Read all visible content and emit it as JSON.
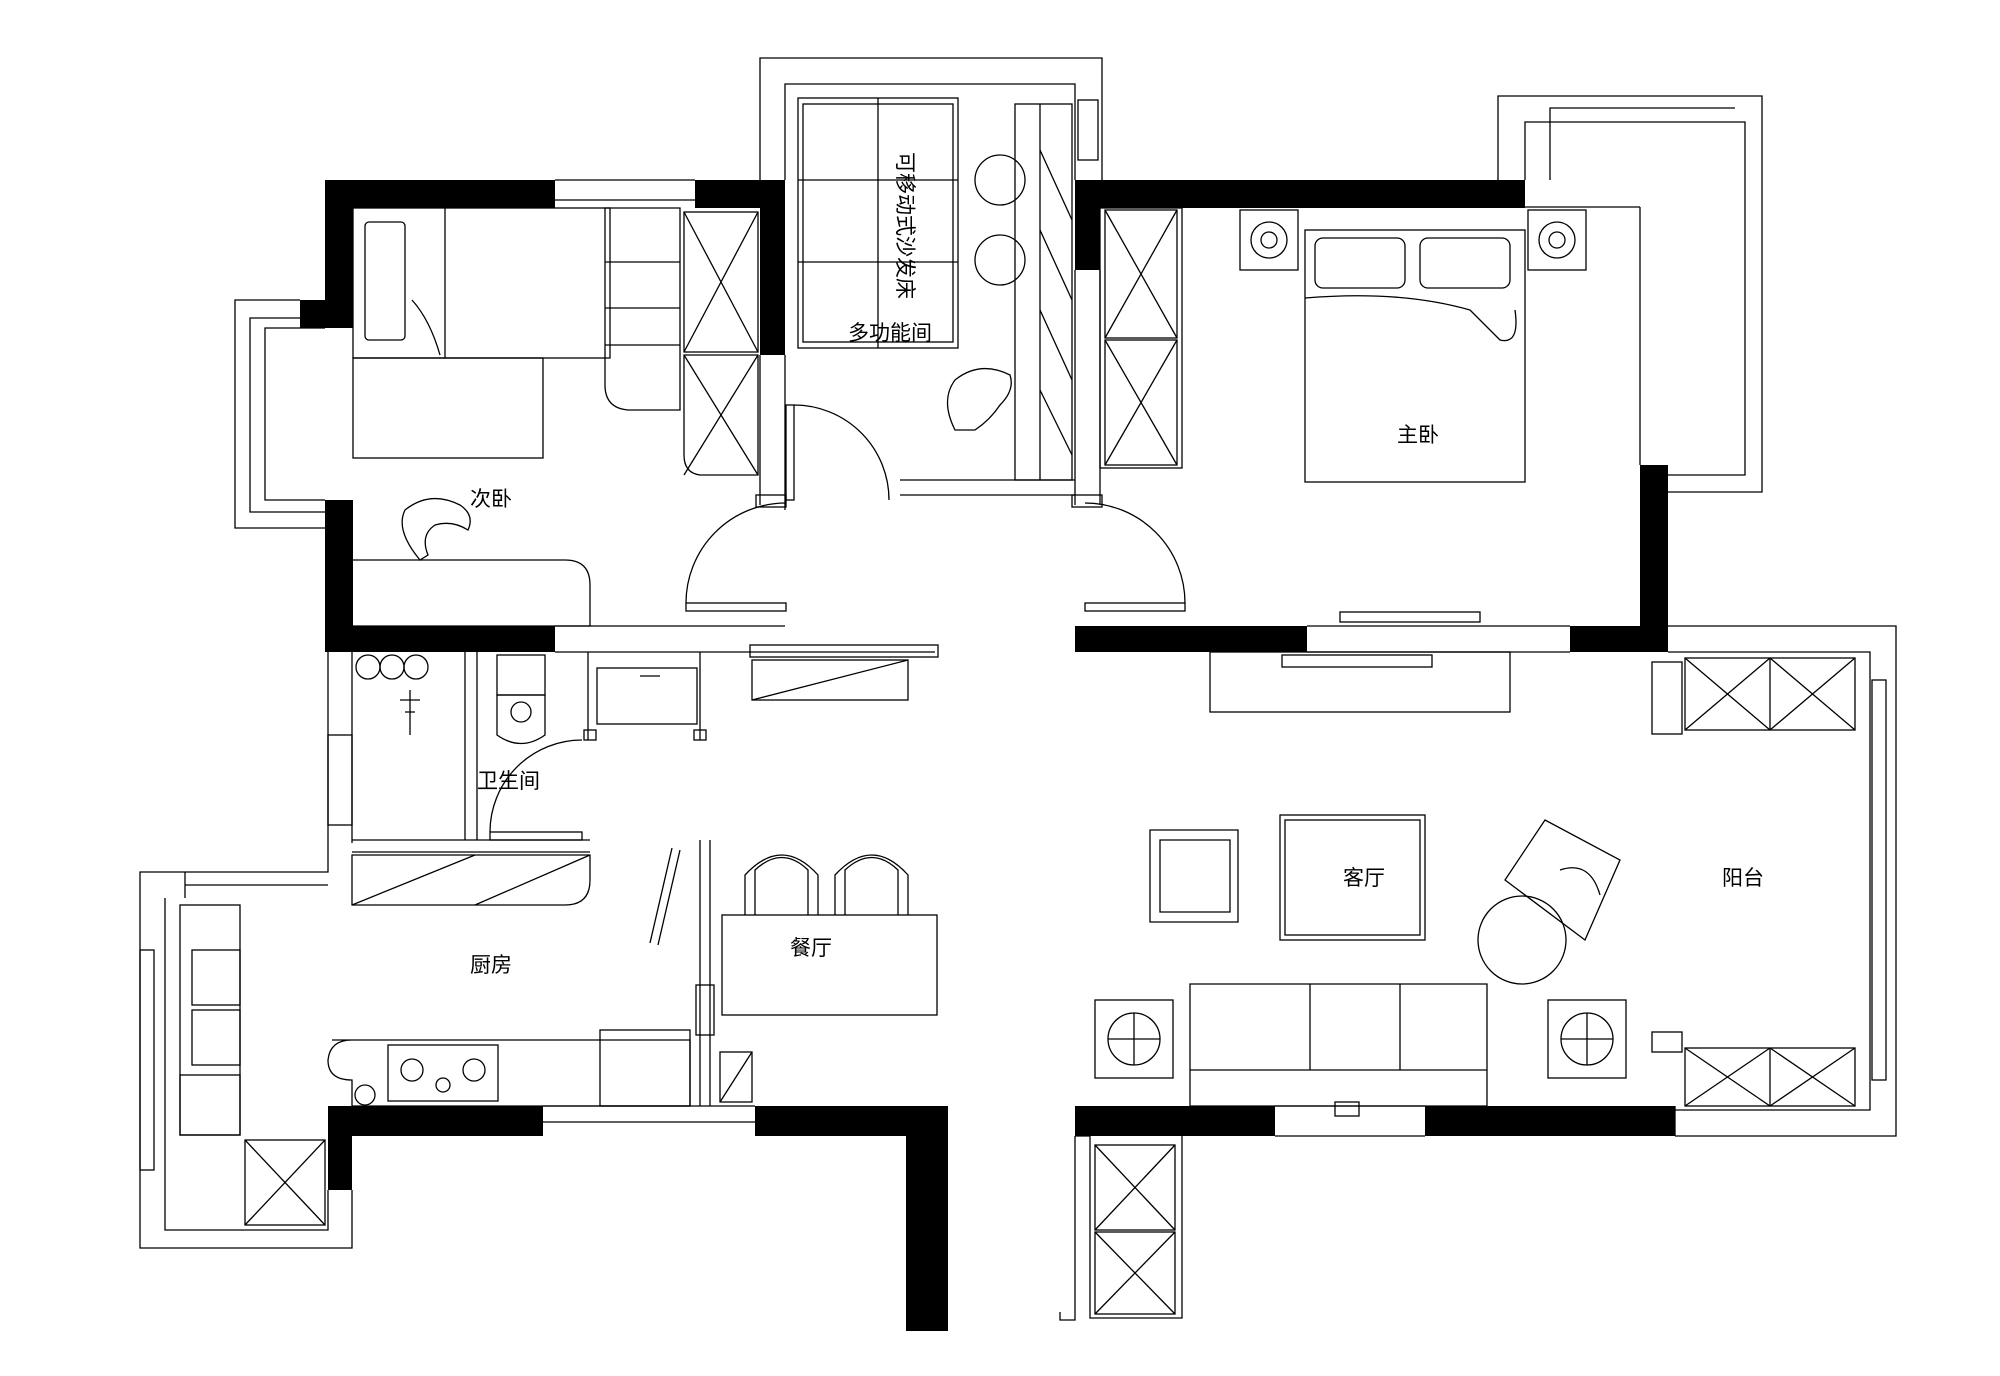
{
  "rooms": {
    "multifunction": "多功能间",
    "sofa_bed": "可移动式沙发床",
    "second_bedroom": "次卧",
    "master_bedroom": "主卧",
    "bathroom": "卫生间",
    "kitchen": "厨房",
    "dining": "餐厅",
    "living": "客厅",
    "balcony": "阳台"
  }
}
